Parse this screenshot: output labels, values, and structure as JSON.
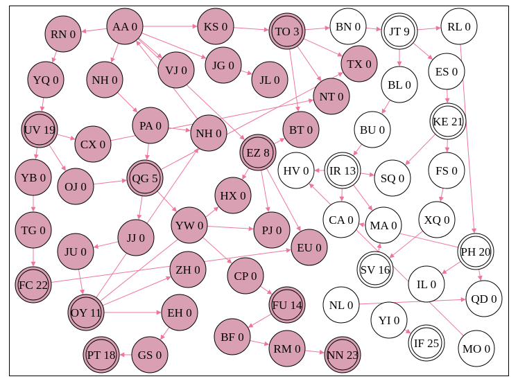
{
  "colors": {
    "fill_pink": "#d9a0b3",
    "fill_white": "#ffffff",
    "stroke": "#000000",
    "edge": "#ee7799",
    "background": "#ffffff"
  },
  "nodes": [
    {
      "id": "AA",
      "label": "AA 0",
      "filled": true,
      "double": false
    },
    {
      "id": "KS",
      "label": "KS 0",
      "filled": true,
      "double": false
    },
    {
      "id": "TO",
      "label": "TO 3",
      "filled": true,
      "double": true
    },
    {
      "id": "BN",
      "label": "BN 0",
      "filled": false,
      "double": false
    },
    {
      "id": "JT",
      "label": "JT 9",
      "filled": false,
      "double": true
    },
    {
      "id": "RL",
      "label": "RL 0",
      "filled": false,
      "double": false
    },
    {
      "id": "RN",
      "label": "RN 0",
      "filled": true,
      "double": false
    },
    {
      "id": "VJ",
      "label": "VJ 0",
      "filled": true,
      "double": false
    },
    {
      "id": "JG",
      "label": "JG 0",
      "filled": true,
      "double": false
    },
    {
      "id": "TX",
      "label": "TX 0",
      "filled": true,
      "double": false
    },
    {
      "id": "ES",
      "label": "ES 0",
      "filled": false,
      "double": false
    },
    {
      "id": "YQ",
      "label": "YQ 0",
      "filled": true,
      "double": false
    },
    {
      "id": "NH1",
      "label": "NH 0",
      "filled": true,
      "double": false
    },
    {
      "id": "JL",
      "label": "JL 0",
      "filled": true,
      "double": false
    },
    {
      "id": "BL",
      "label": "BL 0",
      "filled": false,
      "double": false
    },
    {
      "id": "NT",
      "label": "NT 0",
      "filled": true,
      "double": false
    },
    {
      "id": "UV",
      "label": "UV 19",
      "filled": true,
      "double": true
    },
    {
      "id": "PA",
      "label": "PA 0",
      "filled": true,
      "double": false
    },
    {
      "id": "NH2",
      "label": "NH 0",
      "filled": true,
      "double": false
    },
    {
      "id": "BT",
      "label": "BT 0",
      "filled": true,
      "double": false
    },
    {
      "id": "BU",
      "label": "BU 0",
      "filled": false,
      "double": false
    },
    {
      "id": "KE",
      "label": "KE 21",
      "filled": false,
      "double": true
    },
    {
      "id": "CX",
      "label": "CX 0",
      "filled": true,
      "double": false
    },
    {
      "id": "EZ",
      "label": "EZ 8",
      "filled": true,
      "double": true
    },
    {
      "id": "YB",
      "label": "YB 0",
      "filled": true,
      "double": false
    },
    {
      "id": "OJ",
      "label": "OJ 0",
      "filled": true,
      "double": false
    },
    {
      "id": "QG",
      "label": "QG 5",
      "filled": true,
      "double": true
    },
    {
      "id": "HV",
      "label": "HV 0",
      "filled": false,
      "double": false
    },
    {
      "id": "IR",
      "label": "IR 13",
      "filled": false,
      "double": true
    },
    {
      "id": "SQ",
      "label": "SQ 0",
      "filled": false,
      "double": false
    },
    {
      "id": "FS",
      "label": "FS 0",
      "filled": false,
      "double": false
    },
    {
      "id": "HX",
      "label": "HX 0",
      "filled": true,
      "double": false
    },
    {
      "id": "TG",
      "label": "TG 0",
      "filled": true,
      "double": false
    },
    {
      "id": "YW",
      "label": "YW 0",
      "filled": true,
      "double": false
    },
    {
      "id": "PJ",
      "label": "PJ 0",
      "filled": true,
      "double": false
    },
    {
      "id": "CA",
      "label": "CA 0",
      "filled": false,
      "double": false
    },
    {
      "id": "MA",
      "label": "MA 0",
      "filled": false,
      "double": false
    },
    {
      "id": "XQ",
      "label": "XQ 0",
      "filled": false,
      "double": false
    },
    {
      "id": "JJ",
      "label": "JJ 0",
      "filled": true,
      "double": false
    },
    {
      "id": "JU",
      "label": "JU 0",
      "filled": true,
      "double": false
    },
    {
      "id": "EU",
      "label": "EU 0",
      "filled": true,
      "double": false
    },
    {
      "id": "PH",
      "label": "PH 20",
      "filled": false,
      "double": true
    },
    {
      "id": "ZH",
      "label": "ZH 0",
      "filled": true,
      "double": false
    },
    {
      "id": "CP",
      "label": "CP 0",
      "filled": true,
      "double": false
    },
    {
      "id": "SV",
      "label": "SV 16",
      "filled": false,
      "double": true
    },
    {
      "id": "FC",
      "label": "FC 22",
      "filled": true,
      "double": true
    },
    {
      "id": "IL",
      "label": "IL 0",
      "filled": false,
      "double": false
    },
    {
      "id": "OY",
      "label": "OY 11",
      "filled": true,
      "double": true
    },
    {
      "id": "EH",
      "label": "EH 0",
      "filled": true,
      "double": false
    },
    {
      "id": "FU",
      "label": "FU 14",
      "filled": true,
      "double": true
    },
    {
      "id": "NL",
      "label": "NL 0",
      "filled": false,
      "double": false
    },
    {
      "id": "QD",
      "label": "QD 0",
      "filled": false,
      "double": false
    },
    {
      "id": "YI",
      "label": "YI 0",
      "filled": false,
      "double": false
    },
    {
      "id": "BF",
      "label": "BF 0",
      "filled": true,
      "double": false
    },
    {
      "id": "RM",
      "label": "RM 0",
      "filled": true,
      "double": false
    },
    {
      "id": "NN",
      "label": "NN 23",
      "filled": true,
      "double": true
    },
    {
      "id": "PT",
      "label": "PT 18",
      "filled": true,
      "double": true
    },
    {
      "id": "GS",
      "label": "GS 0",
      "filled": true,
      "double": false
    },
    {
      "id": "IF",
      "label": "IF 25",
      "filled": false,
      "double": true
    },
    {
      "id": "MO",
      "label": "MO 0",
      "filled": false,
      "double": false
    }
  ],
  "edges": [
    [
      "AA",
      "RN"
    ],
    [
      "AA",
      "KS"
    ],
    [
      "AA",
      "NH1"
    ],
    [
      "AA",
      "VJ"
    ],
    [
      "AA",
      "JG"
    ],
    [
      "AA",
      "EZ"
    ],
    [
      "KS",
      "TO"
    ],
    [
      "TO",
      "BN"
    ],
    [
      "TO",
      "TX"
    ],
    [
      "TO",
      "NT"
    ],
    [
      "TO",
      "BT"
    ],
    [
      "BN",
      "JT"
    ],
    [
      "JT",
      "RL"
    ],
    [
      "JT",
      "ES"
    ],
    [
      "JT",
      "BL"
    ],
    [
      "RL",
      "PH"
    ],
    [
      "ES",
      "KE"
    ],
    [
      "KE",
      "SQ"
    ],
    [
      "KE",
      "FS"
    ],
    [
      "FS",
      "XQ"
    ],
    [
      "RN",
      "YQ"
    ],
    [
      "YQ",
      "UV"
    ],
    [
      "UV",
      "CX"
    ],
    [
      "UV",
      "OJ"
    ],
    [
      "UV",
      "YB"
    ],
    [
      "YB",
      "TG"
    ],
    [
      "TG",
      "FC"
    ],
    [
      "FC",
      "EU"
    ],
    [
      "NH1",
      "PA"
    ],
    [
      "PA",
      "NH2"
    ],
    [
      "PA",
      "QG"
    ],
    [
      "NH2",
      "AA"
    ],
    [
      "JG",
      "JL"
    ],
    [
      "CX",
      "NT"
    ],
    [
      "OJ",
      "QG"
    ],
    [
      "QG",
      "TX"
    ],
    [
      "QG",
      "JJ"
    ],
    [
      "QG",
      "YW"
    ],
    [
      "JJ",
      "JU"
    ],
    [
      "JU",
      "OY"
    ],
    [
      "OY",
      "ZH"
    ],
    [
      "OY",
      "EH"
    ],
    [
      "OY",
      "HX"
    ],
    [
      "OY",
      "NH2"
    ],
    [
      "EH",
      "GS"
    ],
    [
      "GS",
      "PT"
    ],
    [
      "YW",
      "PJ"
    ],
    [
      "YW",
      "CP"
    ],
    [
      "EZ",
      "HX"
    ],
    [
      "EZ",
      "PJ"
    ],
    [
      "EZ",
      "EU"
    ],
    [
      "EZ",
      "BT"
    ],
    [
      "CP",
      "FU"
    ],
    [
      "FU",
      "BF"
    ],
    [
      "BF",
      "RM"
    ],
    [
      "RM",
      "NN"
    ],
    [
      "BU",
      "IR"
    ],
    [
      "IR",
      "HV"
    ],
    [
      "IR",
      "SQ"
    ],
    [
      "IR",
      "CA"
    ],
    [
      "IR",
      "MA"
    ],
    [
      "PH",
      "CA"
    ],
    [
      "PH",
      "IL"
    ],
    [
      "PH",
      "QD"
    ],
    [
      "SV",
      "MA"
    ],
    [
      "MO",
      "HV"
    ],
    [
      "NL",
      "QD"
    ],
    [
      "YI",
      "IF"
    ],
    [
      "BL",
      "BU"
    ],
    [
      "XQ",
      "SV"
    ]
  ]
}
